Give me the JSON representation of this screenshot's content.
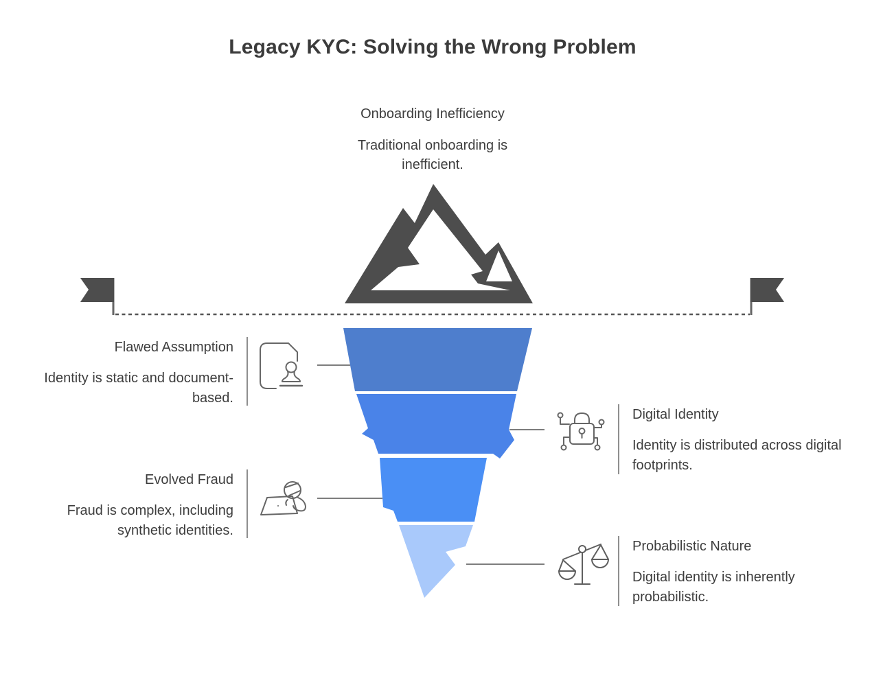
{
  "title": "Legacy KYC: Solving the Wrong Problem",
  "colors": {
    "ink": "#3d3d3d",
    "ink_dark": "#4d4d4d",
    "icon_stroke": "#666666",
    "connector": "#7d7d7d",
    "waterline": "#555555",
    "iceberg_segments": [
      "#4e7ecd",
      "#4a83e8",
      "#4a8ff5",
      "#a9c9fb"
    ]
  },
  "surface": {
    "label": "Onboarding Inefficiency",
    "description": "Traditional onboarding is inefficient.",
    "icon": "mountain-icon"
  },
  "annotations": {
    "flawed_assumption": {
      "label": "Flawed Assumption",
      "description": "Identity is static and document-based.",
      "icon": "document-stamp-icon",
      "side": "left"
    },
    "digital_identity": {
      "label": "Digital Identity",
      "description": "Identity is distributed across digital footprints.",
      "icon": "digital-lock-icon",
      "side": "right"
    },
    "evolved_fraud": {
      "label": "Evolved Fraud",
      "description": "Fraud is complex, including synthetic identities.",
      "icon": "fraudster-laptop-icon",
      "side": "left"
    },
    "probabilistic_nature": {
      "label": "Probabilistic Nature",
      "description": "Digital identity is inherently probabilistic.",
      "icon": "scales-icon",
      "side": "right"
    }
  },
  "waterline": {
    "left_marker": "flag-icon",
    "right_marker": "flag-icon"
  }
}
